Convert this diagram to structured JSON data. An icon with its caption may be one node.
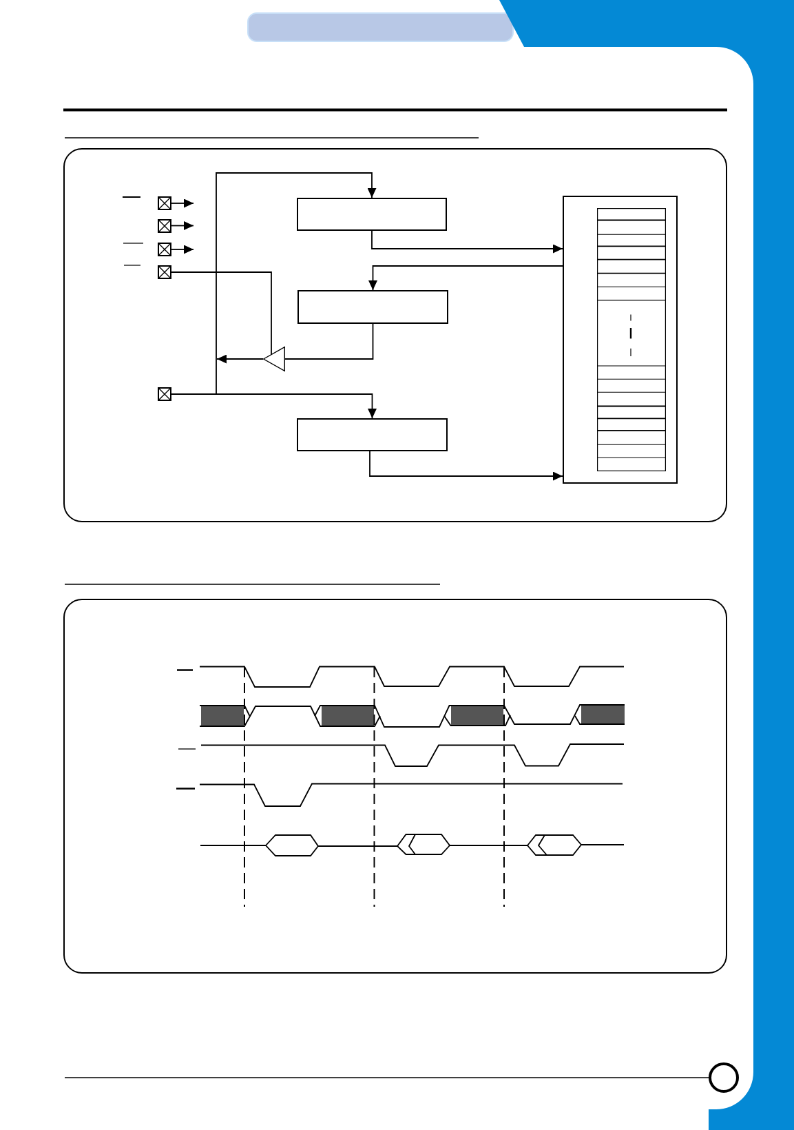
{
  "diagram": {
    "nodes": [
      {
        "text": [],
        "shape": "square"
      },
      {
        "text": [],
        "shape": "square"
      },
      {
        "text": [],
        "shape": "square"
      },
      {
        "text": [],
        "shape": "square"
      },
      {
        "text": [],
        "shape": "square"
      },
      {
        "text": [],
        "shape": "box"
      },
      {
        "text": [],
        "shape": "box"
      },
      {
        "text": [],
        "shape": "box"
      },
      {
        "text": [],
        "shape": "triangle"
      },
      {
        "text": [],
        "shape": "box"
      }
    ],
    "edges": [
      {
        "from": 0,
        "to": null,
        "arrow": "to"
      },
      {
        "from": 1,
        "to": null,
        "arrow": "to"
      },
      {
        "from": 2,
        "to": null,
        "arrow": "to"
      },
      {
        "from": 3,
        "to": 8,
        "arrow": "none"
      },
      {
        "from": 4,
        "to": 5,
        "arrow": "to"
      },
      {
        "from": 4,
        "to": 7,
        "arrow": "to"
      },
      {
        "from": 5,
        "to": 9,
        "arrow": "to"
      },
      {
        "from": 9,
        "to": 6,
        "arrow": "to"
      },
      {
        "from": 6,
        "to": 8,
        "arrow": "none"
      },
      {
        "from": 8,
        "to": null,
        "arrow": "to"
      },
      {
        "from": 7,
        "to": 9,
        "arrow": "to"
      }
    ]
  }
}
